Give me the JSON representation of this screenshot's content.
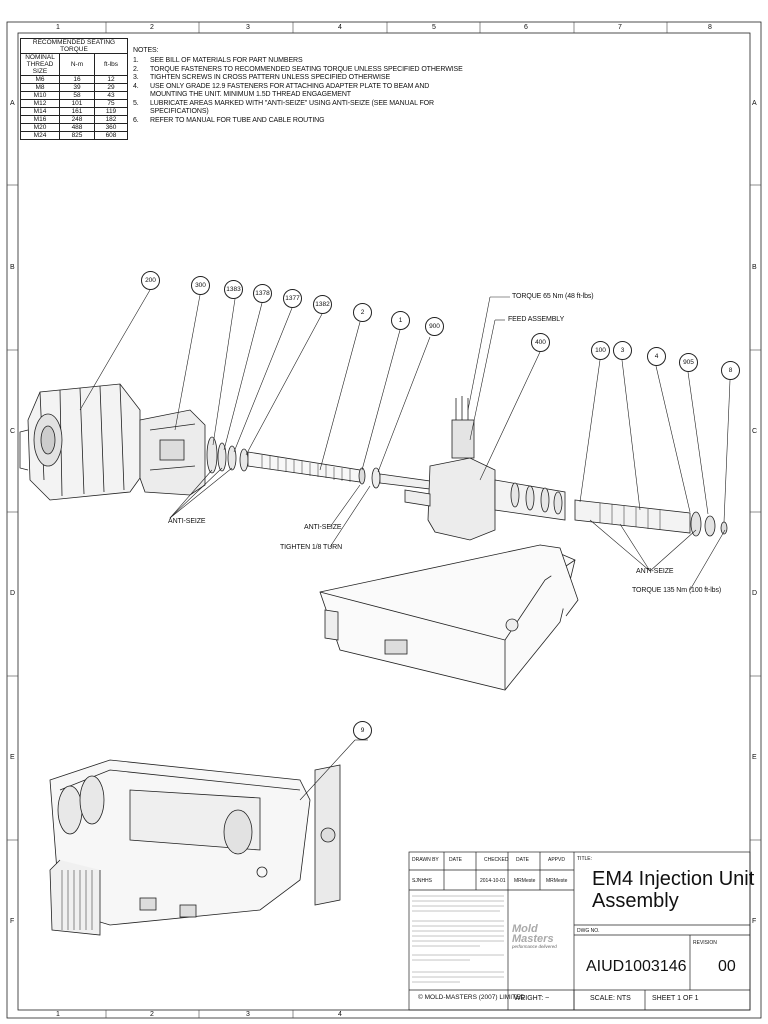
{
  "border": {
    "columns": [
      "1",
      "2",
      "3",
      "4",
      "5",
      "6",
      "7",
      "8"
    ],
    "rows": [
      "A",
      "B",
      "C",
      "D",
      "E",
      "F"
    ]
  },
  "torque_table": {
    "title": "RECOMMENDED SEATING TORQUE",
    "headers": [
      "NOMINAL THREAD SIZE",
      "N-m",
      "ft-lbs"
    ],
    "rows": [
      [
        "M6",
        "16",
        "12"
      ],
      [
        "M8",
        "39",
        "29"
      ],
      [
        "M10",
        "58",
        "43"
      ],
      [
        "M12",
        "101",
        "75"
      ],
      [
        "M14",
        "161",
        "119"
      ],
      [
        "M16",
        "248",
        "182"
      ],
      [
        "M20",
        "488",
        "360"
      ],
      [
        "M24",
        "825",
        "608"
      ]
    ]
  },
  "notes": {
    "heading": "NOTES:",
    "items": [
      {
        "num": "1.",
        "text": "SEE BILL OF MATERIALS FOR PART NUMBERS"
      },
      {
        "num": "2.",
        "text": "TORQUE FASTENERS TO RECOMMENDED SEATING TORQUE UNLESS SPECIFIED OTHERWISE"
      },
      {
        "num": "3.",
        "text": "TIGHTEN SCREWS IN CROSS PATTERN UNLESS SPECIFIED OTHERWISE"
      },
      {
        "num": "4.",
        "text": "USE ONLY GRADE 12.9 FASTENERS FOR ATTACHING ADAPTER PLATE TO BEAM AND"
      },
      {
        "num": "",
        "text": "MOUNTING THE UNIT. MINIMUM 1.5D THREAD ENGAGEMENT"
      },
      {
        "num": "5.",
        "text": "LUBRICATE AREAS MARKED WITH \"ANTI-SEIZE\" USING ANTI-SEIZE (SEE MANUAL FOR"
      },
      {
        "num": "",
        "text": "SPECIFICATIONS)"
      },
      {
        "num": "6.",
        "text": "REFER TO MANUAL FOR TUBE AND CABLE ROUTING"
      }
    ]
  },
  "balloons": [
    "200",
    "300",
    "1383",
    "1378",
    "1377",
    "1382",
    "2",
    "1",
    "900",
    "400",
    "100",
    "3",
    "4",
    "905",
    "8",
    "9"
  ],
  "callouts": {
    "torque_65": "TORQUE 65 Nm (48 ft-lbs)",
    "feed_assembly": "FEED ASSEMBLY",
    "anti_seize_1": "ANTI-SEIZE",
    "anti_seize_2": "ANTI-SEIZE",
    "anti_seize_3": "ANTI-SEIZE",
    "tighten": "TIGHTEN 1/8 TURN",
    "torque_135": "TORQUE 135 Nm (100 ft-lbs)"
  },
  "title_block": {
    "headers": [
      "DRAWN BY",
      "DATE",
      "CHECKED",
      "DATE",
      "APPVD"
    ],
    "values": [
      "SJNHHS",
      "2014-10-01",
      "MRMeste",
      "MRMeste"
    ],
    "title_label": "TITLE:",
    "title_line1": "EM4 Injection Unit",
    "title_line2": "Assembly",
    "dwg_label": "DWG NO.",
    "dwg_no": "AIUD1003146",
    "rev_label": "REVISION",
    "revision": "00",
    "weight": "WEIGHT: ~",
    "scale": "SCALE: NTS",
    "sheet": "SHEET 1 OF 1",
    "copyright": "© MOLD-MASTERS (2007) LIMITED",
    "logo_line1": "Mold",
    "logo_line2": "Masters",
    "logo_tagline": "performance delivered"
  }
}
